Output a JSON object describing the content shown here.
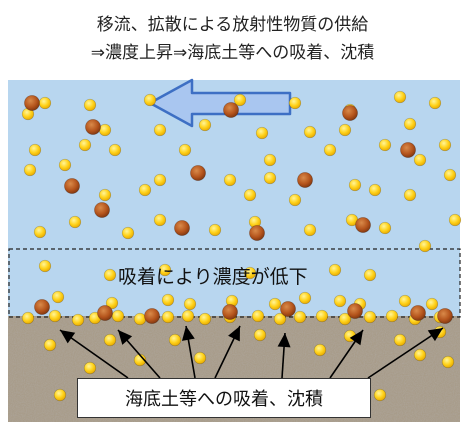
{
  "caption": {
    "line1": "移流、拡散による放射性物質の供給",
    "line2": "⇒濃度上昇⇒海底土等への吸着、沈積"
  },
  "labels": {
    "adsorption_zone": "吸着により濃度が低下",
    "seabed": "海底土等への吸着、沈積"
  },
  "colors": {
    "water": "#b8d6ef",
    "sediment": "#a89c8a",
    "arrow_fill": "#a9c6f0",
    "arrow_stroke": "#3d6fc4",
    "yellow_particle": "#ffd21a",
    "brown_particle": "#b4541c"
  },
  "icons": {
    "flow_arrow": "left-arrow-icon",
    "adsorption_arrows": "up-arrow-icon"
  }
}
